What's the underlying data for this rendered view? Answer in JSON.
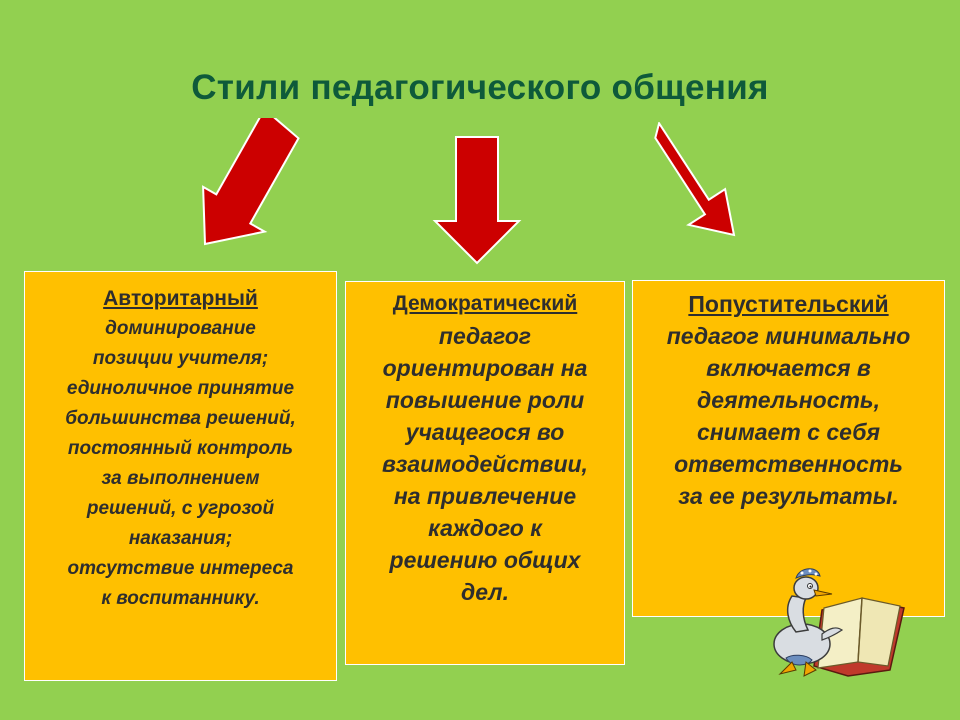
{
  "title": "Стили педагогического общения",
  "colors": {
    "background": "#92d050",
    "title": "#0e5a3a",
    "arrow": "#cc0000",
    "box": "#ffc000"
  },
  "cards": [
    {
      "heading": "Авторитарный",
      "lines": [
        "доминирование",
        "позиции учителя;",
        "единоличное принятие",
        "большинства решений,",
        "постоянный контроль",
        "за выполнением",
        "решений, с угрозой",
        "наказания;",
        "отсутствие интереса",
        "к воспитаннику."
      ]
    },
    {
      "heading": "Демократический",
      "lines": [
        "педагог",
        "ориентирован  на",
        "повышение роли",
        "учащегося во",
        "взаимодействии,",
        "на привлечение",
        "каждого к",
        "решению общих",
        "дел."
      ]
    },
    {
      "heading": "Попустительский",
      "lines": [
        "педагог минимально",
        "включается в",
        "деятельность,",
        "снимает с себя",
        "ответственность",
        "за ее результаты."
      ]
    }
  ]
}
